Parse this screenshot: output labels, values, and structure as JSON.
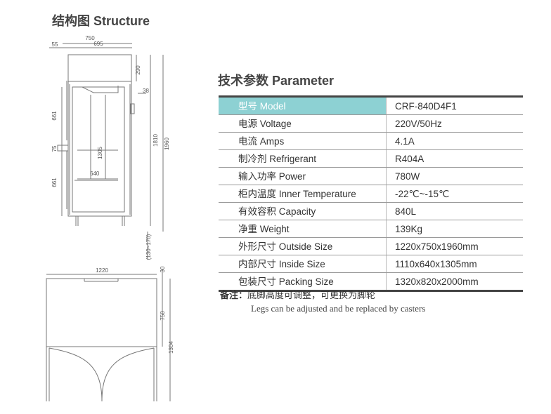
{
  "structure": {
    "title": "结构图 Structure"
  },
  "parameter": {
    "title": "技术参数 Parameter",
    "rows": [
      {
        "label": "型号 Model",
        "value": "CRF-840D4F1"
      },
      {
        "label": "电源 Voltage",
        "value": "220V/50Hz"
      },
      {
        "label": "电流 Amps",
        "value": "4.1A"
      },
      {
        "label": "制冷剂 Refrigerant",
        "value": "R404A"
      },
      {
        "label": "输入功率 Power",
        "value": "780W"
      },
      {
        "label": "柜内温度 Inner Temperature",
        "value": "-22℃~-15℃"
      },
      {
        "label": "有效容积 Capacity",
        "value": "840L"
      },
      {
        "label": "净重 Weight",
        "value": "139Kg"
      },
      {
        "label": "外形尺寸 Outside Size",
        "value": "1220x750x1960mm"
      },
      {
        "label": "内部尺寸 Inside Size",
        "value": "1110x640x1305mm"
      },
      {
        "label": "包装尺寸 Packing Size",
        "value": "1320x820x2000mm"
      }
    ]
  },
  "note": {
    "prefix": "备注：",
    "cn": "底脚高度可调整，可更换为脚轮",
    "en": "Legs can be adjusted and be replaced by casters"
  },
  "dimensions": {
    "d750": "750",
    "d695": "695",
    "d55": "55",
    "d290": "290",
    "d38": "38",
    "d661a": "661",
    "d75": "75",
    "d1305": "1305",
    "d661b": "661",
    "d640": "640",
    "d1810": "1810",
    "d1960": "1960",
    "dlegs": "(130~170)",
    "d1220": "1220",
    "d30": "30",
    "d750b": "750",
    "d1304": "1304"
  }
}
